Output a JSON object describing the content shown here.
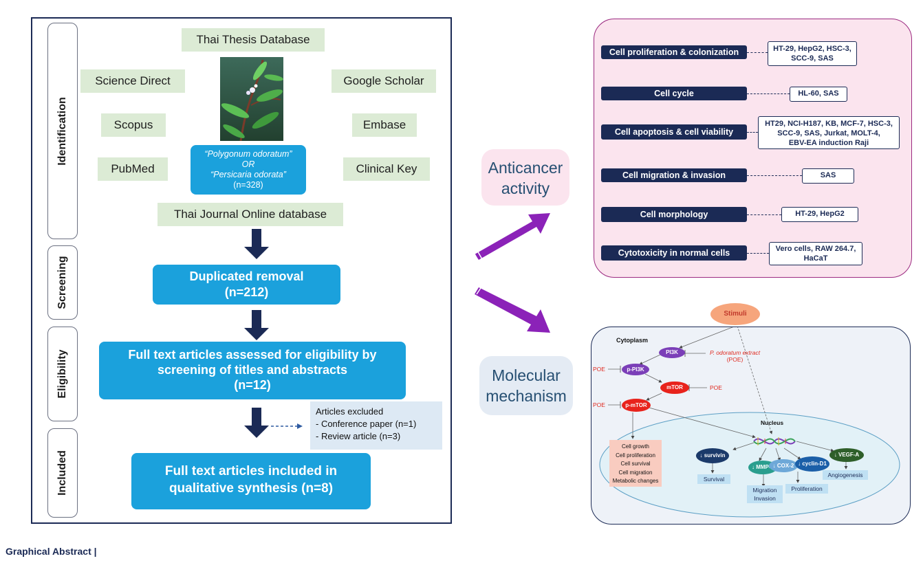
{
  "identification": {
    "phase_label": "Identification",
    "sources": {
      "thai_thesis": "Thai Thesis Database",
      "science_direct": "Science Direct",
      "google_scholar": "Google Scholar",
      "scopus": "Scopus",
      "embase": "Embase",
      "pubmed": "PubMed",
      "clinical_key": "Clinical Key",
      "thai_journal": "Thai Journal Online database"
    },
    "query": {
      "line1": "“Polygonum odoratum”",
      "line2": "OR",
      "line3": "“Persicaria odorata”",
      "count": "(n=328)"
    }
  },
  "screening": {
    "phase_label": "Screening",
    "title": "Duplicated removal",
    "count": "(n=212)"
  },
  "eligibility": {
    "phase_label": "Eligibility",
    "line1": "Full text articles assessed for eligibility by",
    "line2": "screening of titles and abstracts",
    "count": "(n=12)",
    "excluded": {
      "title": "Articles excluded",
      "items": [
        "-   Conference paper (n=1)",
        "-   Review article (n=3)"
      ]
    }
  },
  "included": {
    "phase_label": "Included",
    "line1": "Full text articles included in",
    "line2": "qualitative synthesis (n=8)"
  },
  "anticancer": {
    "label_line1": "Anticancer",
    "label_line2": "activity",
    "rows": [
      {
        "assay": "Cell proliferation & colonization",
        "cells": [
          "HT-29, HepG2, HSC-3,",
          "SCC-9, SAS"
        ]
      },
      {
        "assay": "Cell cycle",
        "cells": [
          "HL-60, SAS"
        ]
      },
      {
        "assay": "Cell apoptosis & cell viability",
        "cells": [
          "HT29, NCI-H187, KB, MCF-7,  HSC-3,",
          "SCC-9, SAS, Jurkat, MOLT-4,",
          "EBV-EA induction Raji"
        ]
      },
      {
        "assay": "Cell migration & invasion",
        "cells": [
          "SAS"
        ]
      },
      {
        "assay": "Cell morphology",
        "cells": [
          "HT-29, HepG2"
        ]
      },
      {
        "assay": "Cytotoxicity in normal cells",
        "cells": [
          "Vero cells,  RAW 264.7,",
          "HaCaT"
        ]
      }
    ]
  },
  "mechanism": {
    "label_line1": "Molecular",
    "label_line2": "mechanism",
    "stimuli": "Stimuli",
    "cytoplasm": "Cytoplasm",
    "nucleus": "Nucleus",
    "pi3k": "PI3K",
    "p_pi3k": "p-PI3K",
    "mtor": "mTOR",
    "p_mtor": "p-mTOR",
    "extract_line1": "P. odoratum extract",
    "extract_line2": "(POE)",
    "poe": "POE",
    "outcomes": [
      "Cell growth",
      "Cell proliferation",
      "Cell survival",
      "Cell migration",
      "Metabolic changes"
    ],
    "survivin": "↓ survivin",
    "mmp9": "↓ MMP-9",
    "cox2": "↓ COX-2",
    "cyclin": "↓ cyclin-D1",
    "vegf": "↓ VEGF-A",
    "survival": "Survival",
    "migration": "Migration",
    "invasion": "Invasion",
    "proliferation": "Proliferation",
    "angiogenesis": "Angiogenesis"
  },
  "caption": "Graphical Abstract |",
  "colors": {
    "navy": "#1b2a55",
    "blue_box": "#1ba1dc",
    "source_green": "#dcebd5",
    "purple_arrow": "#8b22b8",
    "pink_panel": "#fbe4ee",
    "mech_panel": "#eef2f8"
  }
}
